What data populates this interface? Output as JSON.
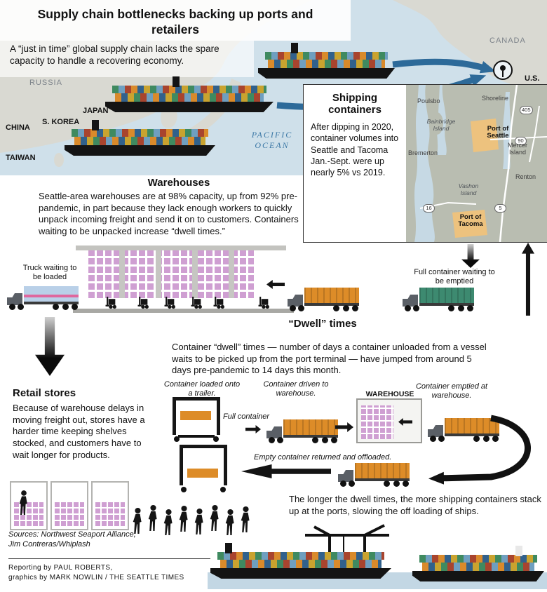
{
  "title": "Supply chain bottlenecks backing up ports and retailers",
  "intro": "A “just in time” global supply chain lacks the spare capacity to handle a recovering economy.",
  "world_map": {
    "russia": "RUSSIA",
    "japan": "JAPAN",
    "s_korea": "S. KOREA",
    "china": "CHINA",
    "taiwan": "TAIWAN",
    "pacific_line1": "PACIFIC",
    "pacific_line2": "OCEAN",
    "canada": "CANADA",
    "us": "U.S."
  },
  "callout": {
    "title": "Shipping containers",
    "body": "After dipping in 2020, container volumes into Seattle and Tacoma Jan.-Sept. were up nearly 5% vs 2019."
  },
  "region_map": {
    "poulsbo": "Poulsbo",
    "shoreline": "Shoreline",
    "bainbridge": "Bainbridge Island",
    "port_seattle": "Port of Seattle",
    "bremerton": "Bremerton",
    "mercer": "Mercer Island",
    "renton": "Renton",
    "vashon": "Vashon Island",
    "port_tacoma": "Port of Tacoma",
    "hwy_405": "405",
    "hwy_90": "90",
    "hwy_16": "16",
    "hwy_5": "5"
  },
  "warehouses": {
    "title": "Warehouses",
    "body": "Seattle-area warehouses are at 98% capacity, up from 92% pre-pandemic, in part because they lack enough workers to quickly unpack incoming freight and send it on to customers. Containers waiting to be unpacked increase “dwell times.”",
    "truck_waiting": "Truck waiting to be loaded",
    "container_waiting": "Full container waiting to be emptied"
  },
  "dwell": {
    "title": "“Dwell” times",
    "body": "Container “dwell” times — number of days a container unloaded from a vessel waits to be picked up from the port terminal — have jumped from around 5 days pre-pandemic to 14 days this month.",
    "step1": "Container loaded onto a trailer.",
    "step2": "Container driven to warehouse.",
    "step3": "Container emptied at warehouse.",
    "full_container": "Full container",
    "warehouse": "WAREHOUSE",
    "empty_return": "Empty container returned and offloaded."
  },
  "retail": {
    "title": "Retail stores",
    "body": "Because of warehouse delays in moving freight out, stores have a harder time keeping shelves stocked, and customers have to wait longer for products."
  },
  "ports_note": "The longer the dwell times, the more shipping containers stack up at the ports, slowing the off loading of ships.",
  "credits": {
    "sources_line1": "Sources: Northwest Seaport Alliance,",
    "sources_line2": "Jim Contreras/Whiplash",
    "reporting": "Reporting by PAUL ROBERTS,",
    "graphics": "graphics by MARK NOWLIN / THE SEATTLE TIMES"
  },
  "colors": {
    "arrow_blue": "#2d6a99",
    "container_orange": "#dd8c28",
    "container_green": "#3d8a70",
    "pallet_pink": "#cf9fd2",
    "port_highlight": "#edc27e",
    "water": "#c3d7e4"
  }
}
